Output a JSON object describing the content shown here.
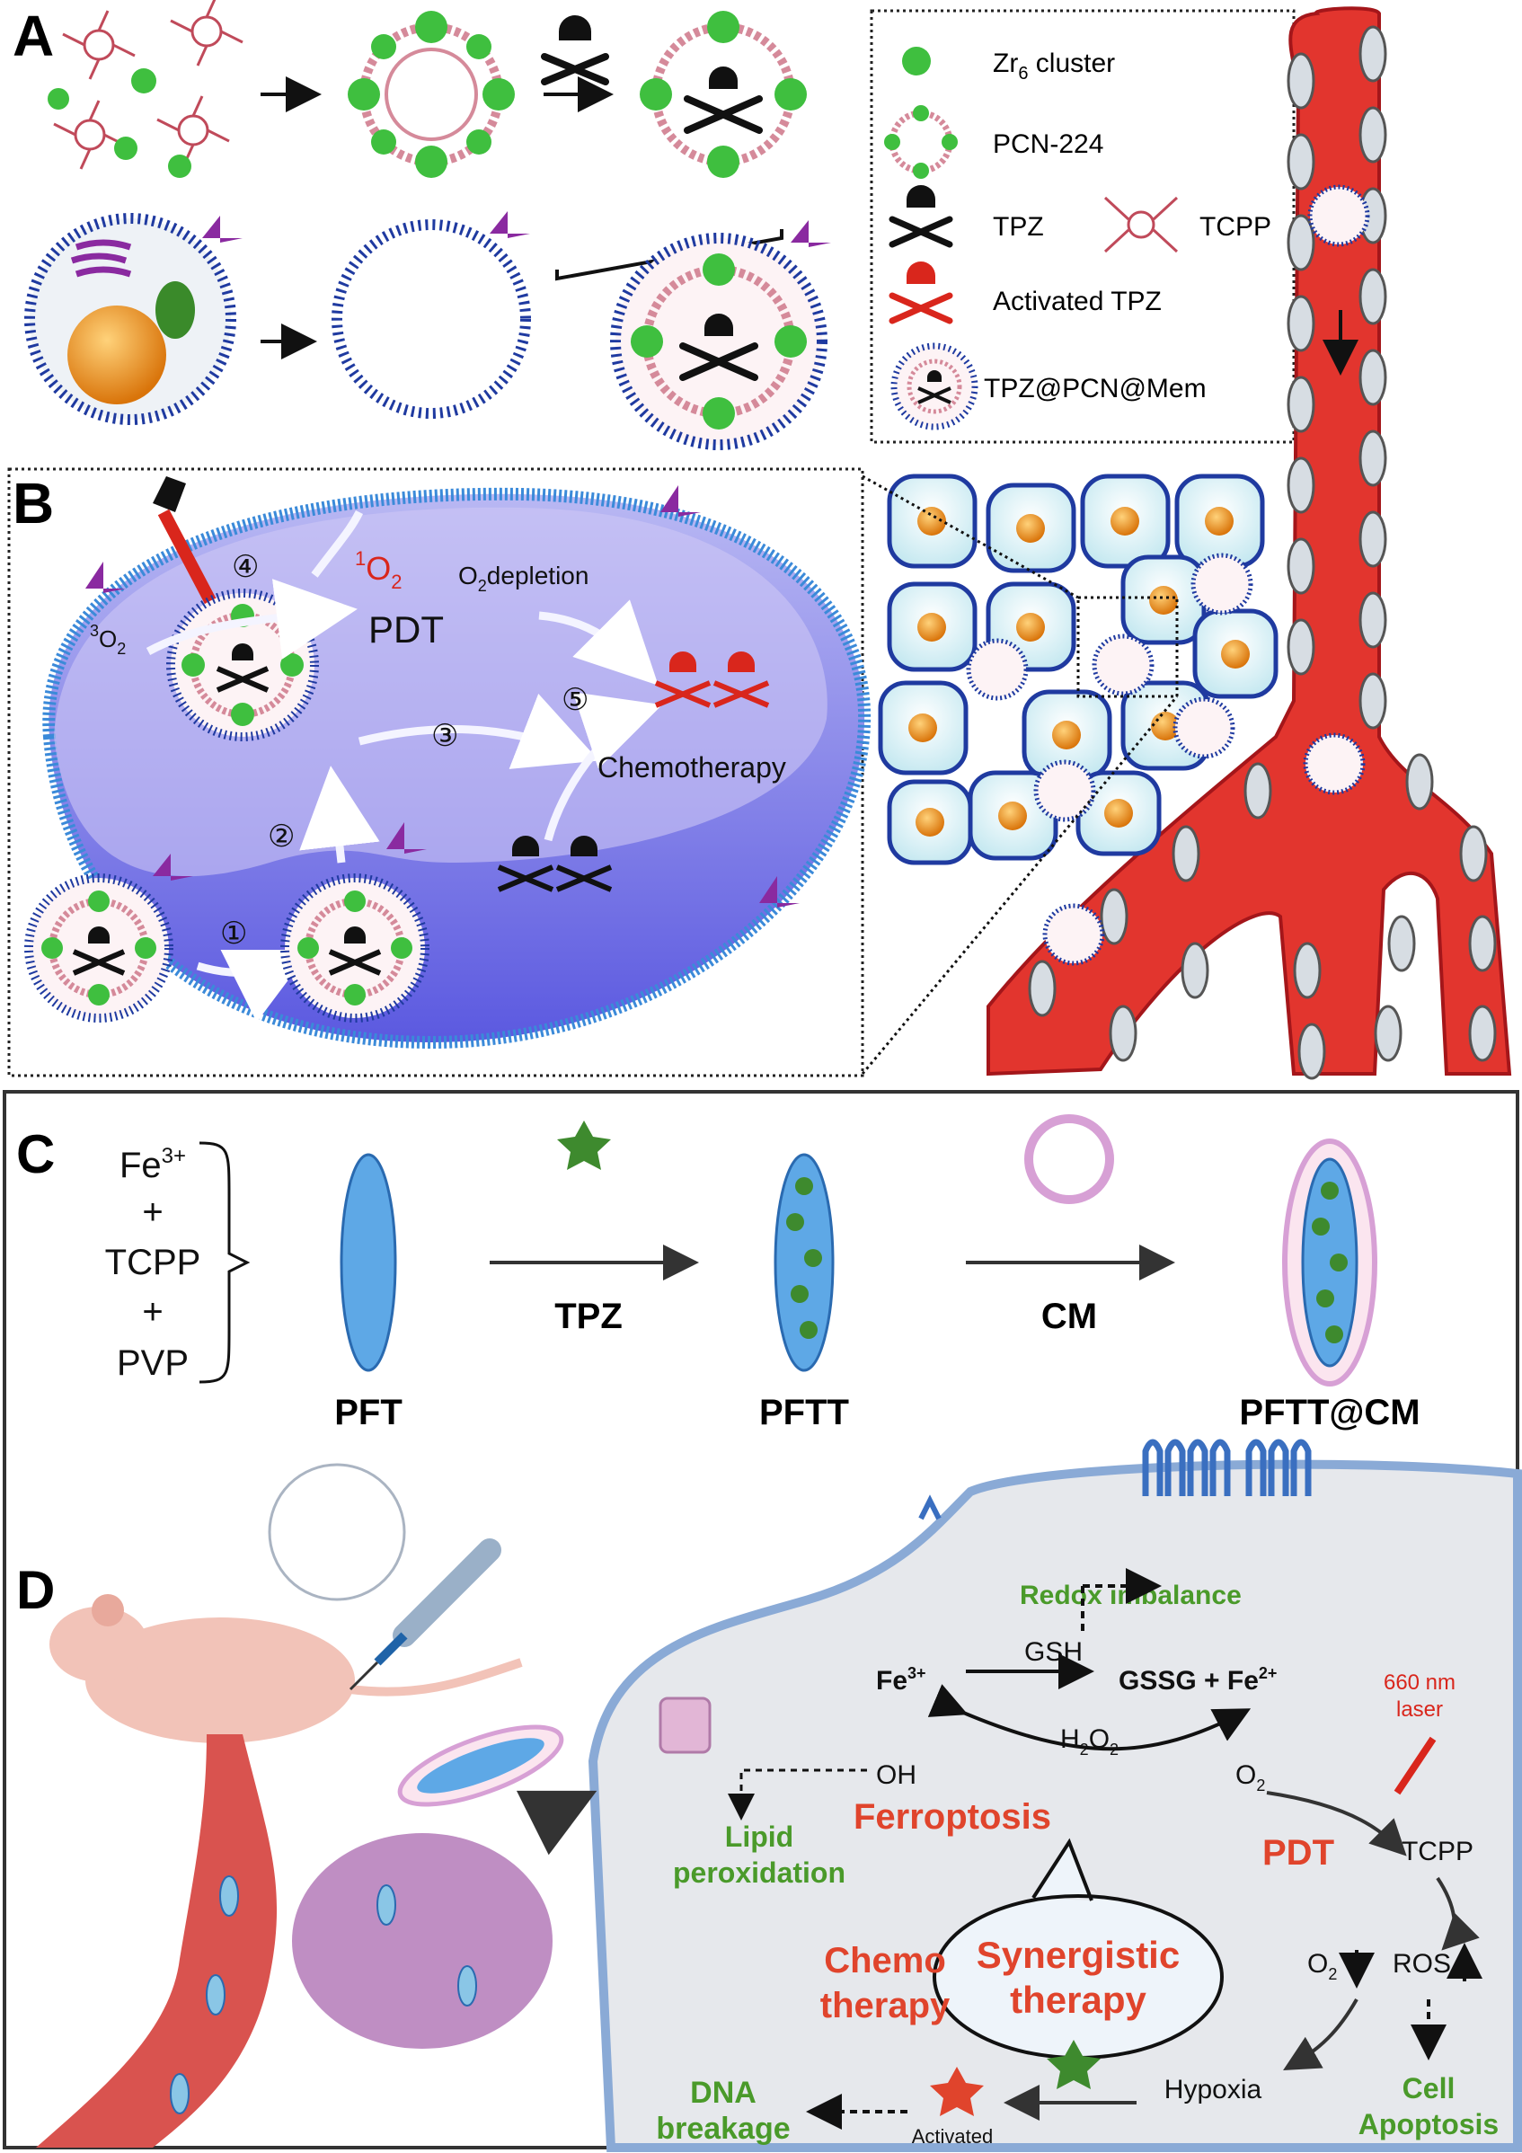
{
  "panels": {
    "a": "A",
    "b": "B",
    "c": "C",
    "d": "D"
  },
  "legend": {
    "zr_cluster_main": "Zr",
    "zr_cluster_sub": "6",
    "zr_cluster_rest": " cluster",
    "pcn": "PCN-224",
    "tpz": "TPZ",
    "tcpp": "TCPP",
    "activated_tpz": "Activated TPZ",
    "composite": "TPZ@PCN@Mem"
  },
  "panel_b": {
    "step1": "①",
    "step2": "②",
    "step3": "③",
    "step4": "④",
    "step5": "⑤",
    "triplet_sup": "3",
    "triplet": "O",
    "triplet_sub": "2",
    "singlet_sup": "1",
    "singlet": "O",
    "singlet_sub": "2",
    "pdt": "PDT",
    "depletion_pre": "O",
    "depletion_sub": "2",
    "depletion_rest": "depletion",
    "chemo": "Chemotherapy"
  },
  "panel_c": {
    "fe": "Fe",
    "fe_sup": "3+",
    "plus1": "+",
    "tcpp": "TCPP",
    "plus2": "+",
    "pvp": "PVP",
    "pft": "PFT",
    "tpz_arrow": "TPZ",
    "pftt": "PFTT",
    "cm_arrow": "CM",
    "pftt_cm": "PFTT@CM"
  },
  "panel_d": {
    "redox": "Redox imbalance",
    "gsh": "GSH",
    "fe3": "Fe",
    "fe3_sup": "3+",
    "gssg": "GSSG  +  Fe",
    "fe2_sup": "2+",
    "h2o2": "H",
    "h2o2_s1": "2",
    "h2o2_o": "O",
    "h2o2_s2": "2",
    "oh": "OH",
    "o2": "O",
    "o2_sub": "2",
    "laser_1": "660 nm",
    "laser_2": "laser",
    "lipid_1": "Lipid",
    "lipid_2": "peroxidation",
    "ferroptosis": "Ferroptosis",
    "pdt": "PDT",
    "tcpp": "TCPP",
    "synergy_1": "Synergistic",
    "synergy_2": "therapy",
    "chemo_1": "Chemo",
    "chemo_2": "therapy",
    "o2_down": "O",
    "o2_down_sub": "2",
    "ros": "ROS",
    "hypoxia": "Hypoxia",
    "activated": "Activated",
    "dna_1": "DNA",
    "dna_2": "breakage",
    "cell_1": "Cell",
    "cell_2": "Apoptosis"
  },
  "colors": {
    "vessel": "#e2352e",
    "membrane": "#1f3aa0",
    "cluster": "#3fbf3f",
    "green_text": "#4a9a2a",
    "red_text": "#e0442c",
    "cell_bg": "#e6e8ec"
  }
}
